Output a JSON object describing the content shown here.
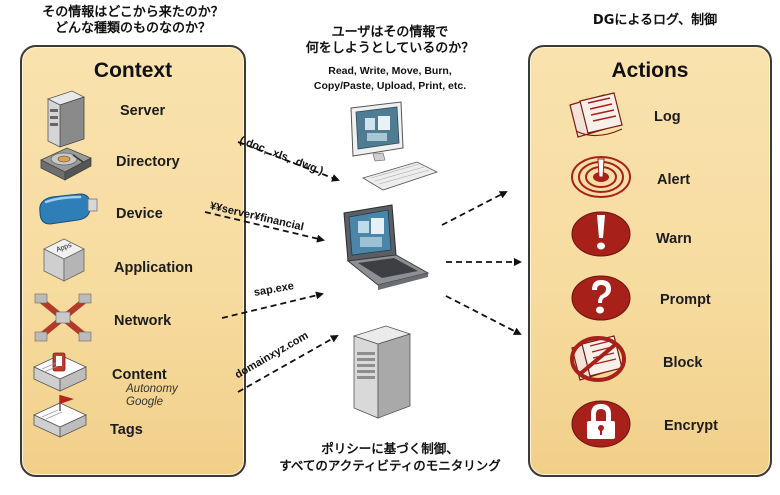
{
  "captions": {
    "top_left": [
      "その情報はどこから来たのか？",
      "どんな種類のものなのか？"
    ],
    "top_center": [
      "ユーザはその情報で",
      "何をしようとしているのか？"
    ],
    "top_center_actions": [
      "Read, Write, Move, Burn,",
      "Copy/Paste, Upload, Print, etc."
    ],
    "top_right": "DGによるログ、制御",
    "bottom_center": [
      "ポリシーに基づく制御、",
      "すべてのアクティビティのモニタリング"
    ]
  },
  "context_panel": {
    "title": "Context",
    "items": [
      {
        "label": "Server",
        "icon": "server-icon"
      },
      {
        "label": "Directory",
        "icon": "hard-drive-icon"
      },
      {
        "label": "Device",
        "icon": "usb-stick-icon"
      },
      {
        "label": "Application",
        "icon": "apps-key-icon"
      },
      {
        "label": "Network",
        "icon": "network-icon"
      },
      {
        "label": "Content",
        "icon": "document-stack-icon",
        "sub": [
          "Autonomy",
          "Google"
        ]
      },
      {
        "label": "Tags",
        "icon": "tagged-document-icon"
      }
    ]
  },
  "flows": {
    "file_types": "(.doc, .xls, .dwg )",
    "share_path": "¥¥server¥financial",
    "app_name": "sap.exe",
    "domain": "domainxyz.com"
  },
  "actions_panel": {
    "title": "Actions",
    "items": [
      {
        "label": "Log",
        "icon": "log-documents-icon"
      },
      {
        "label": "Alert",
        "icon": "alert-signal-icon"
      },
      {
        "label": "Warn",
        "icon": "warn-exclamation-icon"
      },
      {
        "label": "Prompt",
        "icon": "prompt-question-icon"
      },
      {
        "label": "Block",
        "icon": "block-documents-icon"
      },
      {
        "label": "Encrypt",
        "icon": "encrypt-lock-icon"
      }
    ]
  },
  "colors": {
    "panel_fill": "#f7dca0",
    "panel_border": "#3a3a3a",
    "action_red": "#a8201a",
    "text": "#111111"
  }
}
